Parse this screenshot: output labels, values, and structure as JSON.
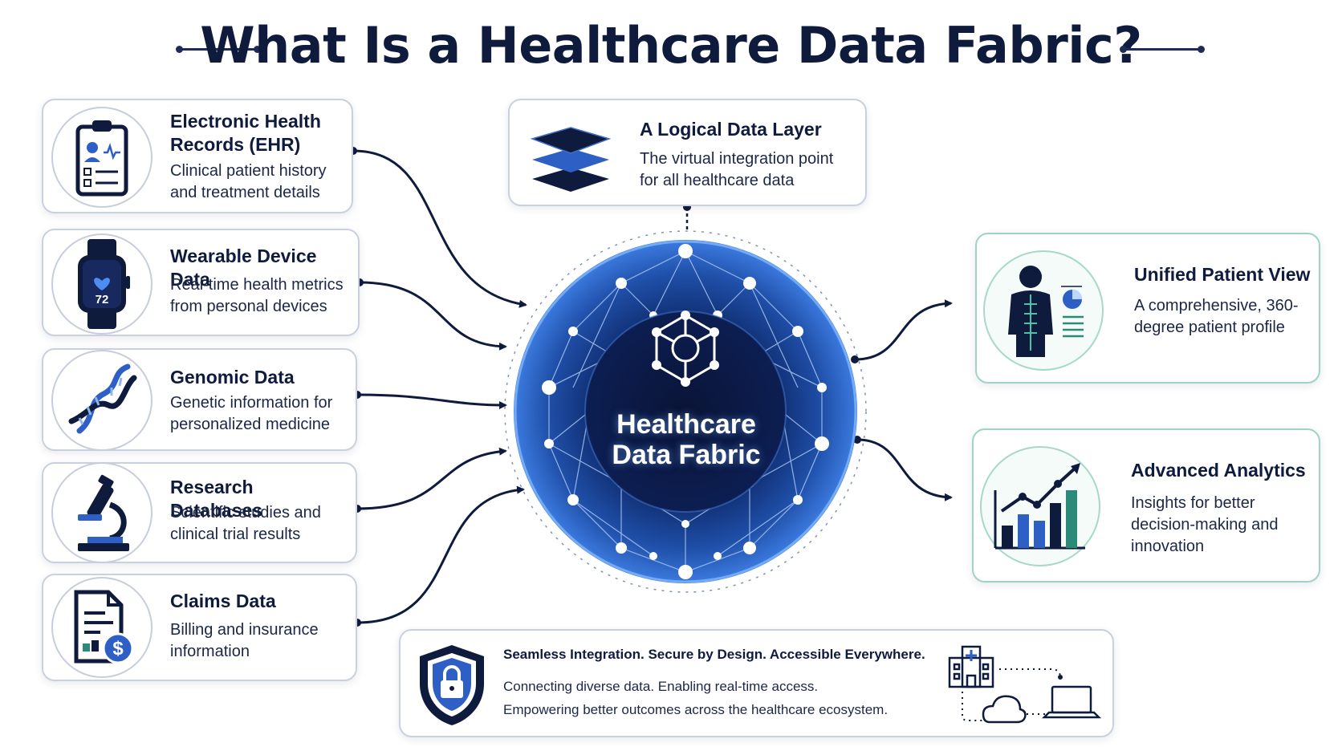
{
  "title": "What Is a Healthcare Data Fabric?",
  "sources": [
    {
      "title": "Electronic Health Records (EHR)",
      "desc": "Clinical patient history and treatment details",
      "icon": "clipboard-icon"
    },
    {
      "title": "Wearable Device Data",
      "desc": "Real-time health metrics from personal devices",
      "icon": "smartwatch-icon",
      "watch_value": "72"
    },
    {
      "title": "Genomic Data",
      "desc": "Genetic information for personalized medicine",
      "icon": "dna-icon"
    },
    {
      "title": "Research Databases",
      "desc": "Scientific studies and clinical trial results",
      "icon": "microscope-icon"
    },
    {
      "title": "Claims Data",
      "desc": "Billing and insurance information",
      "icon": "invoice-icon"
    }
  ],
  "layer": {
    "title": "A Logical Data Layer",
    "desc": "The virtual integration point for all healthcare data",
    "icon": "layers-icon"
  },
  "hub": {
    "label": "Healthcare Data Fabric",
    "icon": "network-node-icon"
  },
  "outputs": [
    {
      "title": "Unified Patient View",
      "desc": "A comprehensive, 360-degree patient profile",
      "icon": "patient-profile-icon"
    },
    {
      "title": "Advanced Analytics",
      "desc": "Insights for better decision-making and innovation",
      "icon": "bar-chart-icon"
    }
  ],
  "banner": {
    "title": "Seamless Integration. Secure by Design. Accessible Everywhere.",
    "line1": "Connecting diverse data. Enabling real-time access.",
    "line2": "Empowering better outcomes across the healthcare ecosystem.",
    "icons": [
      "shield-lock-icon",
      "hospital-icon",
      "cloud-icon",
      "laptop-icon"
    ]
  },
  "colors": {
    "navy": "#0f1b3d",
    "blue": "#2d5fc4",
    "teal": "#2b8a78",
    "card_border": "#c9d1de"
  }
}
